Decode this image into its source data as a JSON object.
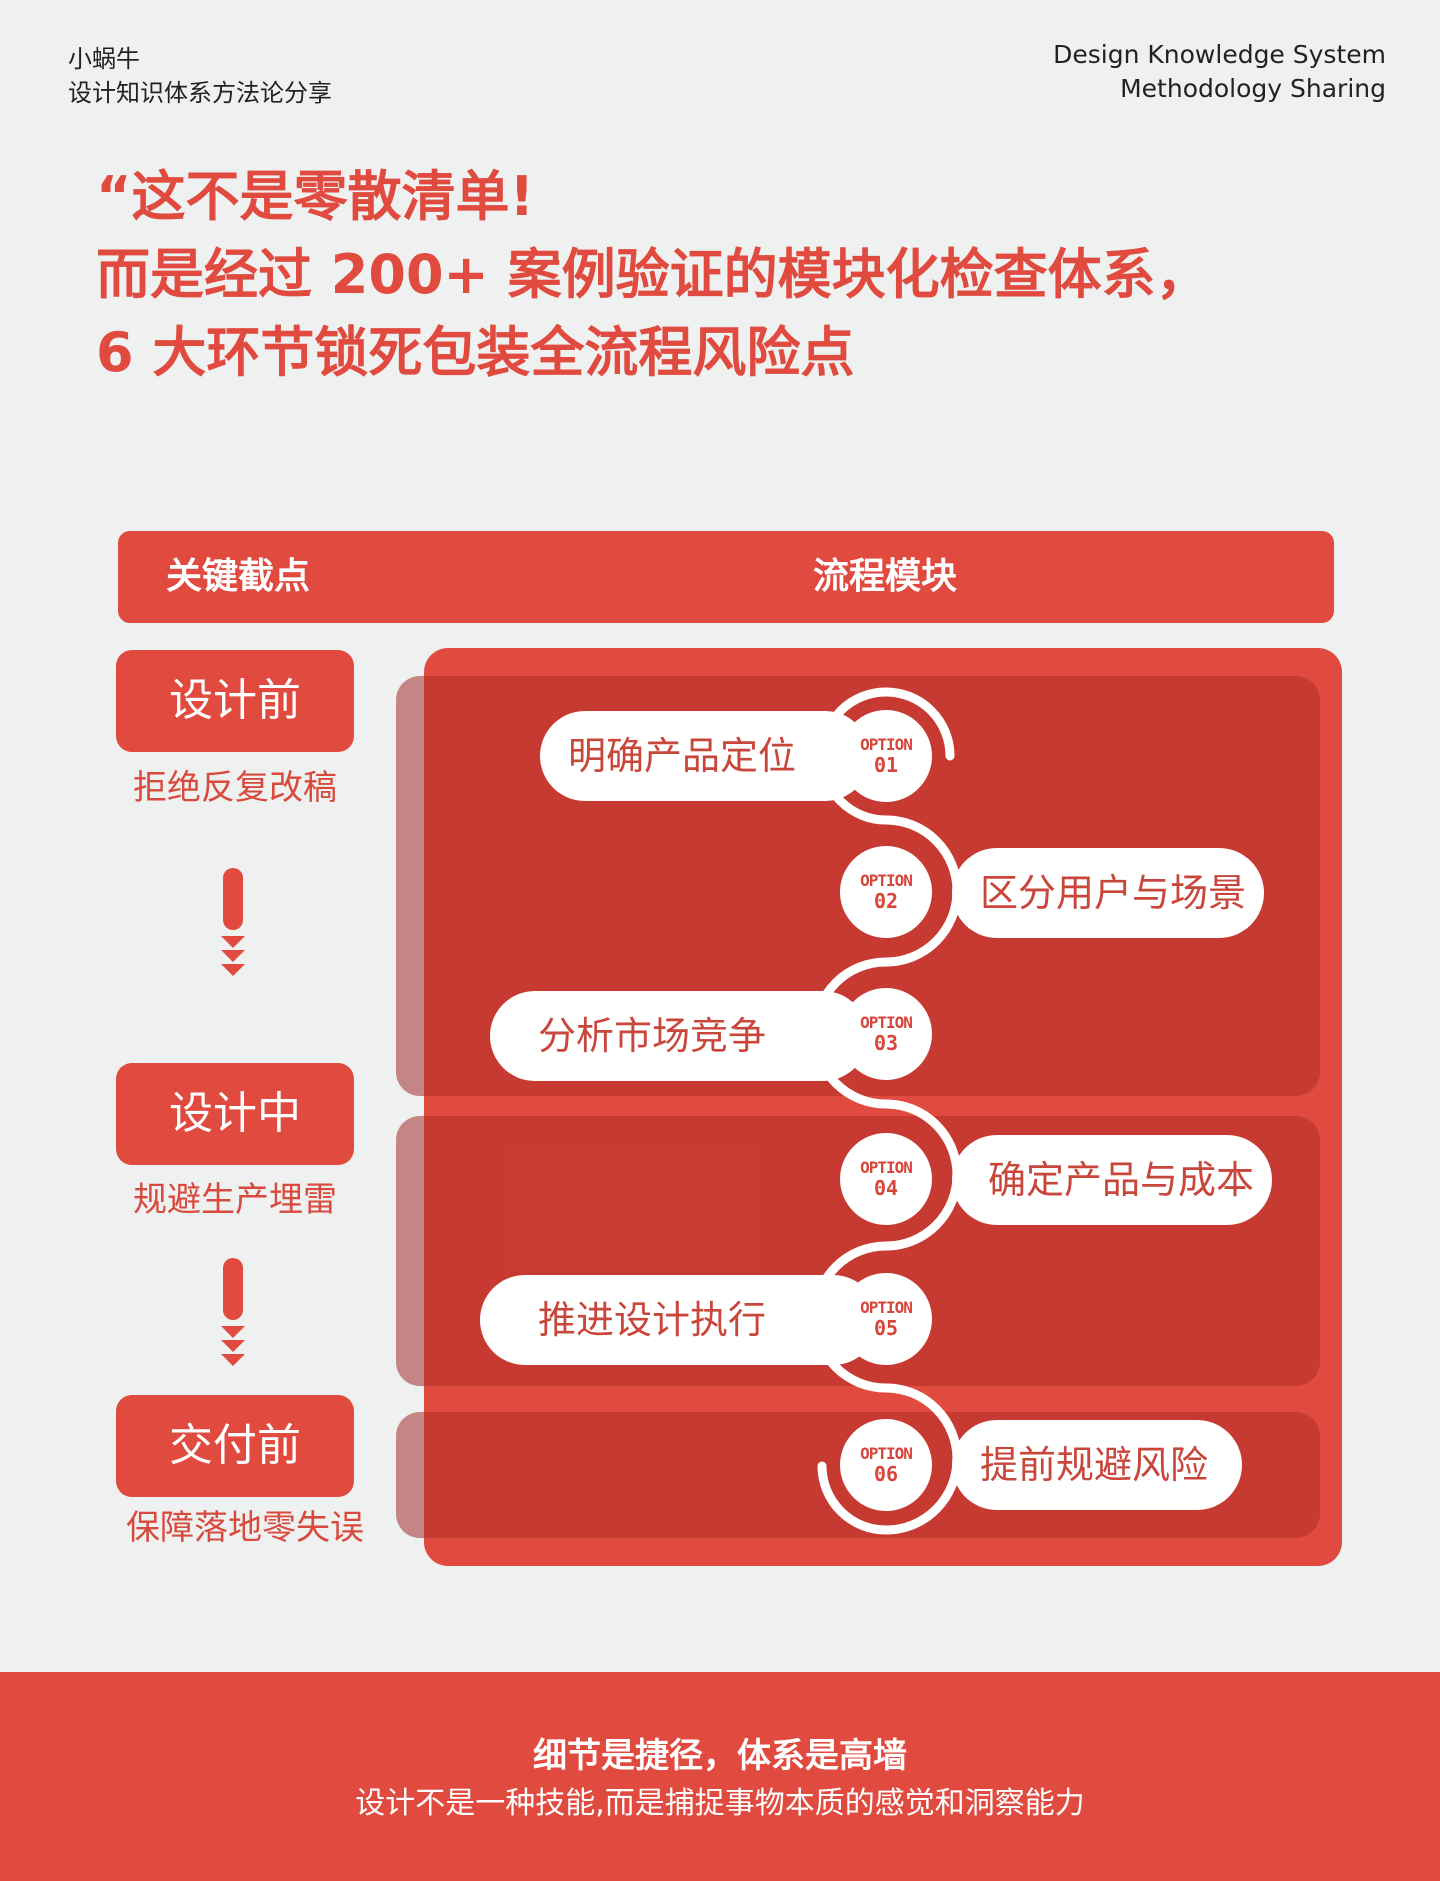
{
  "brand": {
    "name": "小蜗牛",
    "tagline": "设计知识体系方法论分享"
  },
  "brand_en": {
    "line1": "Design Knowledge System",
    "line2": "Methodology Sharing"
  },
  "headline": {
    "line1": "“这不是零散清单!",
    "line2": "而是经过 200+ 案例验证的模块化检查体系，",
    "line3": "6 大环节锁死包装全流程风险点"
  },
  "table_header": {
    "left": "关键截点",
    "right": "流程模块"
  },
  "stages": [
    {
      "label": "设计前",
      "sub": "拒绝反复改稿"
    },
    {
      "label": "设计中",
      "sub": "规避生产埋雷"
    },
    {
      "label": "交付前",
      "sub": "保障落地零失误"
    }
  ],
  "options": [
    {
      "tag": "OPTION",
      "num": "01",
      "label": "明确产品定位"
    },
    {
      "tag": "OPTION",
      "num": "02",
      "label": "区分用户与场景"
    },
    {
      "tag": "OPTION",
      "num": "03",
      "label": "分析市场竞争"
    },
    {
      "tag": "OPTION",
      "num": "04",
      "label": "确定产品与成本"
    },
    {
      "tag": "OPTION",
      "num": "05",
      "label": "推进设计执行"
    },
    {
      "tag": "OPTION",
      "num": "06",
      "label": "提前规避风险"
    }
  ],
  "footer": {
    "title": "细节是捷径，体系是高墙",
    "subtitle": "设计不是一种技能,而是捕捉事物本质的感觉和洞察能力"
  },
  "colors": {
    "accent": "#e04a3f",
    "background": "#eef1ef"
  },
  "icons": [
    "down-arrow-icon"
  ]
}
